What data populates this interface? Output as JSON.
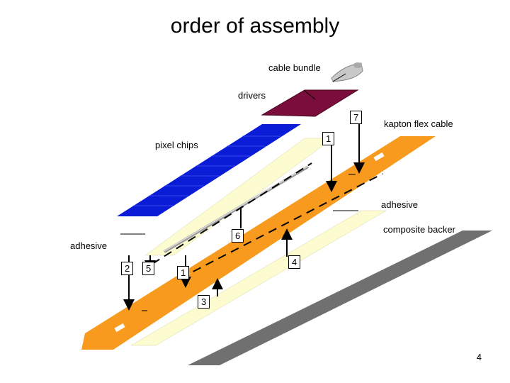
{
  "title": "order of assembly",
  "labels": {
    "cable_bundle": "cable bundle",
    "drivers": "drivers",
    "kapton": "kapton flex cable",
    "pixel_chips": "pixel chips",
    "adhesive_right": "adhesive",
    "composite_backer": "composite backer",
    "adhesive_left": "adhesive"
  },
  "steps": {
    "s7": "7",
    "s1a": "1",
    "s6": "6",
    "s4": "4",
    "s2": "2",
    "s5": "5",
    "s1b": "1",
    "s3": "3"
  },
  "page_number": "4",
  "colors": {
    "pixel_chips": "#0a1cd6",
    "adhesive": "#fdfbd0",
    "kapton": "#f79a1e",
    "backer": "#707070",
    "drivers": "#7a0d3a",
    "cable": "#c8c8c8"
  }
}
